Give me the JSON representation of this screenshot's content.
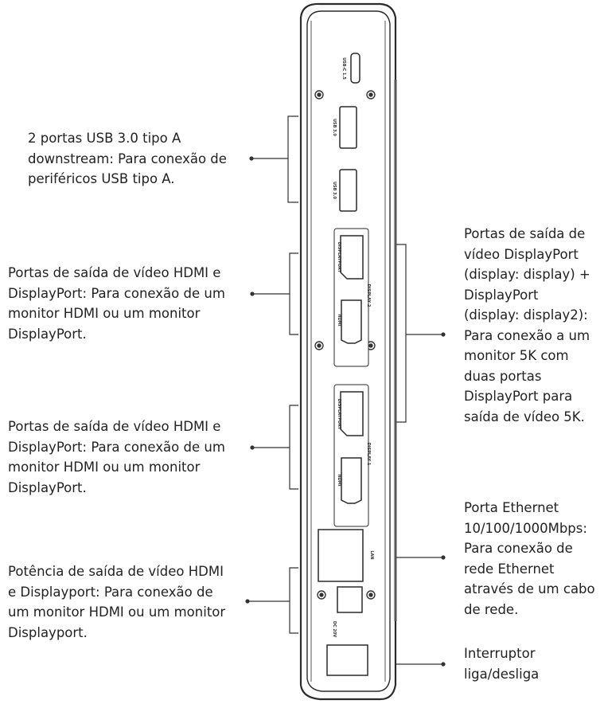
{
  "callouts": {
    "usb_a": "2 portas USB 3.0 tipo A\ndownstream: Para conexão de\nperiféricos USB tipo A.",
    "video_1": "Portas de saída de vídeo HDMI e\nDisplayPort: Para conexão de um\nmonitor HDMI ou um monitor\nDisplayPort.",
    "video_2": "Portas de saída de vídeo HDMI e\nDisplayPort: Para conexão de um\nmonitor HDMI ou um monitor\nDisplayPort.",
    "power_video": "Potência de saída de vídeo HDMI\ne Displayport: Para conexão de\num monitor HDMI ou um monitor\nDisplayport.",
    "displayport_5k": "Portas de saída de\nvídeo DisplayPort\n(display: display) +\nDisplayPort\n(display: display2):\nPara conexão a um\nmonitor 5K com\nduas portas\nDisplayPort para\nsaída de vídeo 5K.",
    "ethernet": "Porta Ethernet\n10/100/1000Mbps:\nPara conexão de\nrede Ethernet\natravés de um cabo\nde rede.",
    "power_switch": "Interruptor\nliga/desliga"
  },
  "device_labels": {
    "usb_c": "USB-C 1.5",
    "usb_a_1": "USB 3.0",
    "usb_a_2": "USB 3.0",
    "displayport_a": "DISPLAYPORT",
    "hdmi_a": "HDMI",
    "display_2": "DISPLAY 2",
    "displayport_b": "DISPLAYPORT",
    "hdmi_b": "HDMI",
    "display_1": "DISPLAY 1",
    "lan": "LAN",
    "dc": "DC 20V"
  }
}
